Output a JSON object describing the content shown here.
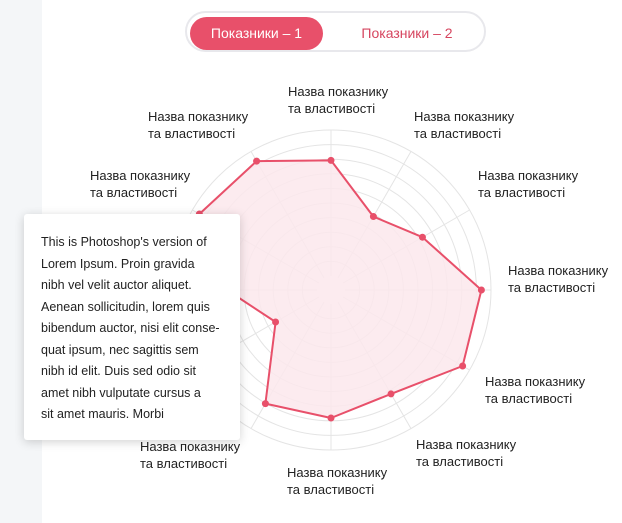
{
  "tabs": [
    {
      "label": "Показники – 1",
      "active": true
    },
    {
      "label": "Показники – 2",
      "active": false
    }
  ],
  "colors": {
    "accent": "#e8506a",
    "fill": "#fbe8ec",
    "grid": "#e4e4e4"
  },
  "chart_data": {
    "type": "radar",
    "axis_count": 12,
    "rings": 10,
    "axis_labels": [
      "Назва показнику\nта властивості",
      "Назва показнику\nта властивості",
      "Назва показнику\nта властивості",
      "Назва показнику\nта властивості",
      "Назва показнику\nта властивості",
      "Назва показнику\nта властивості",
      "Назва показнику\nта властивості",
      "Назва показнику\nта властивості",
      "Назва показнику\nта властивості",
      "Назва показнику\nта властивості",
      "Назва показнику\nта властивості",
      "Назва показнику\nта властивості"
    ],
    "values": [
      0.81,
      0.53,
      0.66,
      0.94,
      0.95,
      0.75,
      0.8,
      0.82,
      0.4,
      0.65,
      0.95,
      0.93
    ]
  },
  "tooltip": {
    "lines": [
      "This is Photoshop's version  of",
      "Lorem Ipsum. Proin gravida",
      "nibh vel velit auctor aliquet.",
      "Aenean sollicitudin, lorem quis",
      "bibendum auctor, nisi elit conse-",
      "quat ipsum, nec sagittis sem",
      "nibh id elit. Duis sed odio sit",
      "amet nibh vulputate cursus a",
      "sit amet mauris. Morbi"
    ]
  }
}
